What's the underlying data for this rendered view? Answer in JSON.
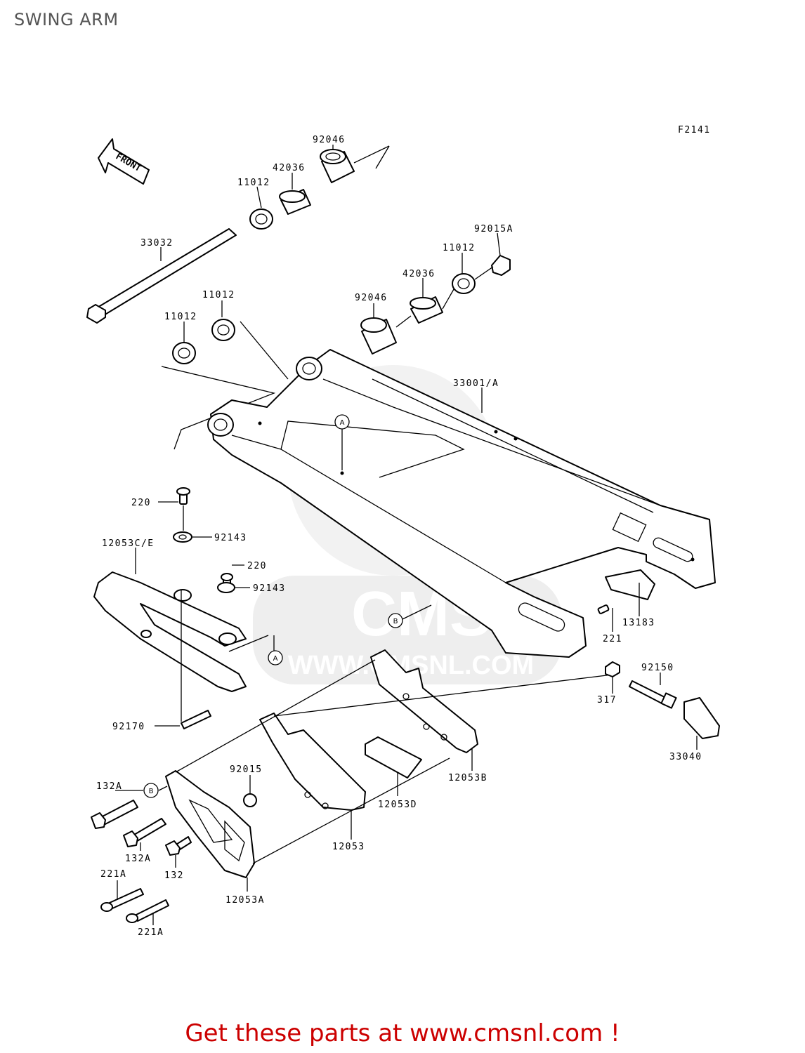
{
  "header": {
    "title": "SWING ARM"
  },
  "figure_code": "F2141",
  "front_label": "FRONT",
  "watermark": {
    "brand": "CMS",
    "url": "WWW.CMSNL.COM"
  },
  "callouts": {
    "a": "A",
    "b": "B"
  },
  "parts": [
    "92046",
    "42036",
    "11012",
    "33032",
    "92015A",
    "11012",
    "42036",
    "11012",
    "92046",
    "11012",
    "33001/A",
    "220",
    "92143",
    "12053C/E",
    "220",
    "92143",
    "13183",
    "221",
    "92150",
    "317",
    "33040",
    "92170",
    "92015",
    "12053B",
    "12053D",
    "132A",
    "12053",
    "132A",
    "132",
    "221A",
    "12053A",
    "221A"
  ],
  "footer": {
    "cta": "Get these parts at www.cmsnl.com !"
  },
  "colors": {
    "cta": "#cc0000",
    "title": "#555555",
    "watermark": "#d9d9d9"
  }
}
